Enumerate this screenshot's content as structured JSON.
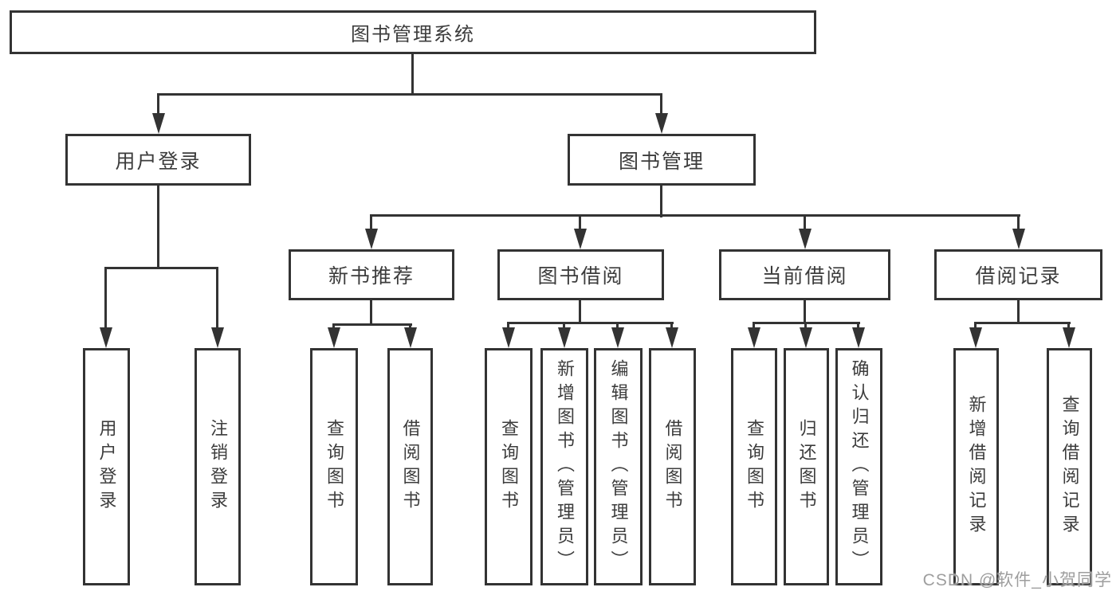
{
  "diagram": {
    "root": {
      "label": "图书管理系统"
    },
    "branches": [
      {
        "label": "用户登录",
        "leaves": [
          "用户登录",
          "注销登录"
        ]
      },
      {
        "label": "图书管理",
        "children": [
          {
            "label": "新书推荐",
            "leaves": [
              "查询图书",
              "借阅图书"
            ]
          },
          {
            "label": "图书借阅",
            "leaves": [
              "查询图书",
              "新增图书（管理员）",
              "编辑图书（管理员）",
              "借阅图书"
            ]
          },
          {
            "label": "当前借阅",
            "leaves": [
              "查询图书",
              "归还图书",
              "确认归还（管理员）"
            ]
          },
          {
            "label": "借阅记录",
            "leaves": [
              "新增借阅记录",
              "查询借阅记录"
            ]
          }
        ]
      }
    ]
  },
  "watermark": {
    "text": "CSDN @软件_小贺同学"
  },
  "colors": {
    "line": "#333333",
    "text": "#3c3c3c",
    "background": "#ffffff",
    "watermark": "#9e9e9e"
  }
}
